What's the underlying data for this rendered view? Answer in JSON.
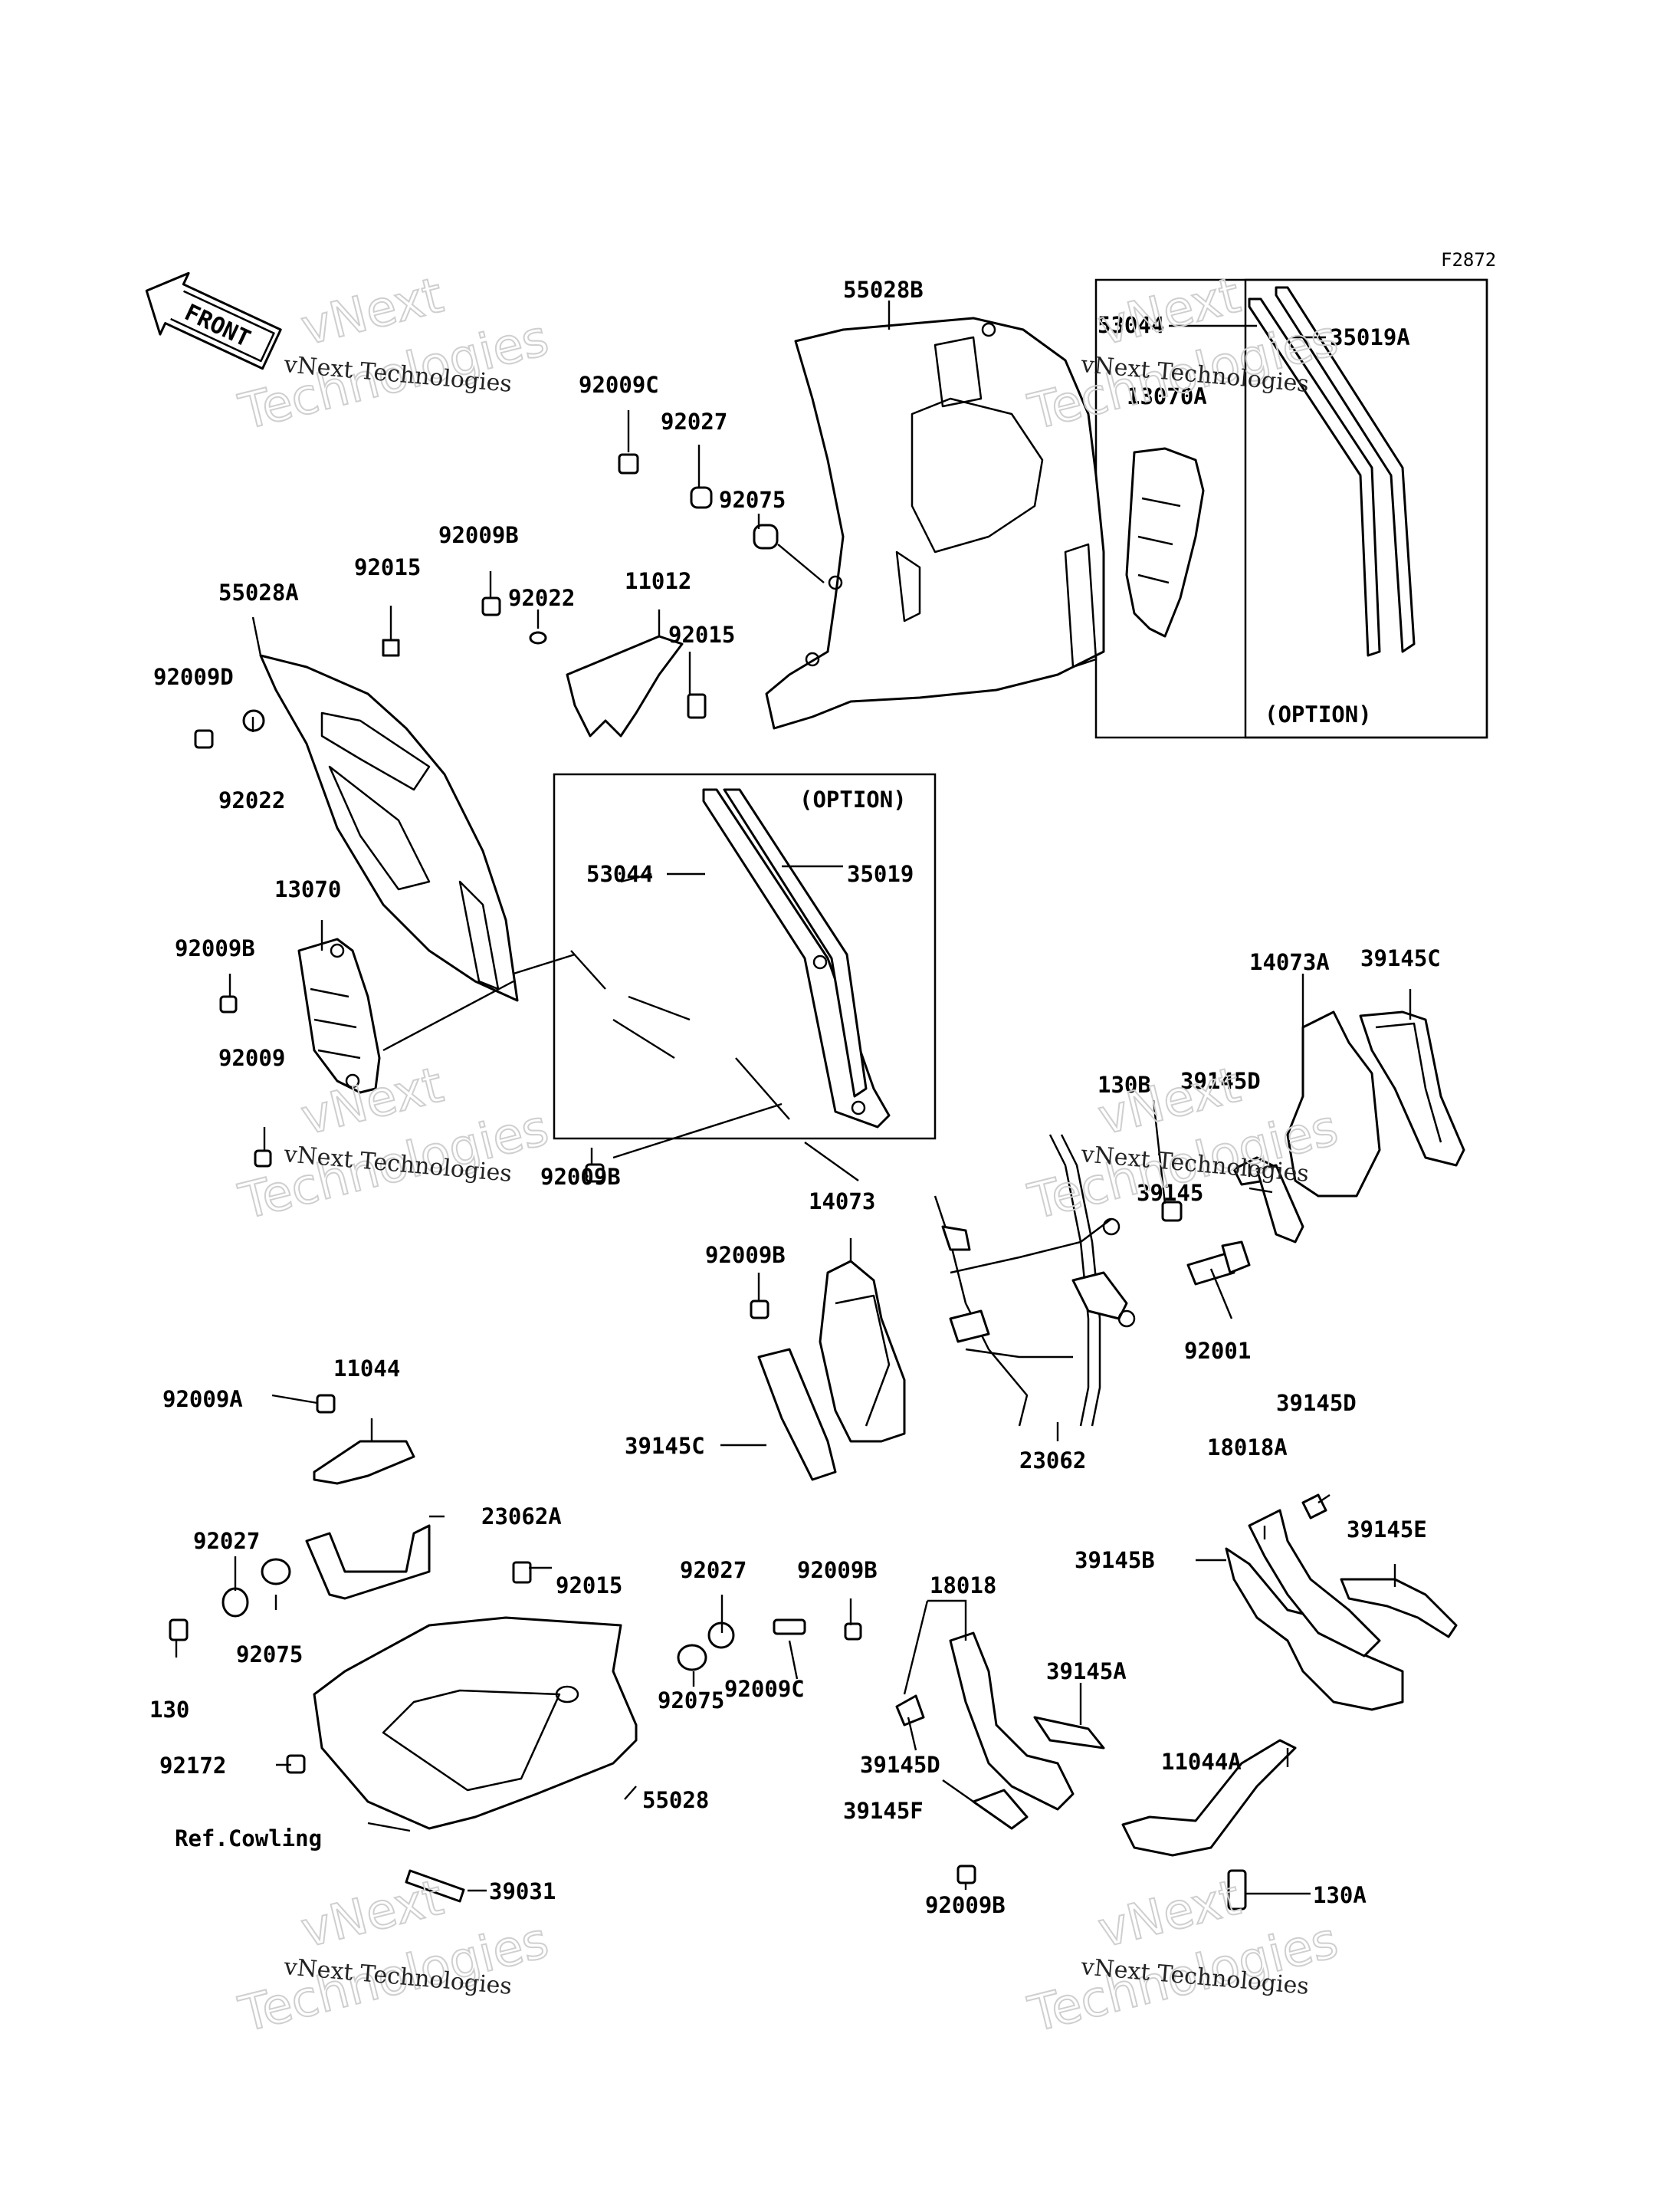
{
  "figure_code": "F2872",
  "front_marker": "FRONT",
  "option_label": "(OPTION)",
  "watermark": {
    "line1": "vNext Technologies",
    "line2": "vNext",
    "line3": "Technologies"
  },
  "parts": {
    "p55028B": "55028B",
    "p53044_top": "53044",
    "p35019A": "35019A",
    "p13070A": "13070A",
    "p92009C_top": "92009C",
    "p92027_top": "92027",
    "p92075_top": "92075",
    "p92009B_a": "92009B",
    "p92022_a": "92022",
    "p11012": "11012",
    "p92015_a": "92015",
    "p92015_b": "92015",
    "p55028A": "55028A",
    "p92009D": "92009D",
    "p92022_b": "92022",
    "p13070": "13070",
    "p92009B_b": "92009B",
    "p92009": "92009",
    "p53044_mid": "53044",
    "p35019": "35019",
    "p92009B_c": "92009B",
    "p14073A": "14073A",
    "p39145C_a": "39145C",
    "p130B": "130B",
    "p39145D_a": "39145D",
    "p39145": "39145",
    "p14073": "14073",
    "p92009B_d": "92009B",
    "p39145C_b": "39145C",
    "p92001": "92001",
    "p23062": "23062",
    "p92009A": "92009A",
    "p11044": "11044",
    "p23062A": "23062A",
    "p92027_b": "92027",
    "p92075_b": "92075",
    "p130": "130",
    "p92015_c": "92015",
    "p92172": "92172",
    "p55028": "55028",
    "p39031": "39031",
    "ref_cowling": "Ref.Cowling",
    "p92027_c": "92027",
    "p92009B_e": "92009B",
    "p18018": "18018",
    "p92075_c": "92075",
    "p92009C_b": "92009C",
    "p39145D_b": "39145D",
    "p39145F": "39145F",
    "p92009B_f": "92009B",
    "p39145A": "39145A",
    "p39145D_c": "39145D",
    "p18018A": "18018A",
    "p39145E": "39145E",
    "p39145B": "39145B",
    "p11044A": "11044A",
    "p130A": "130A"
  }
}
